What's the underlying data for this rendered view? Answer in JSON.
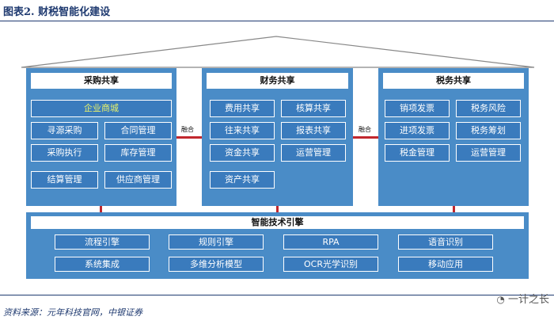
{
  "title": "图表2. 财税智能化建设",
  "source": "资料来源：元年科技官网，中银证券",
  "watermark": "一计之长",
  "panels": {
    "procurement": {
      "header": "采购共享",
      "items": [
        "企业商城",
        "寻源采购",
        "合同管理",
        "采购执行",
        "库存管理",
        "结算管理",
        "供应商管理"
      ]
    },
    "finance": {
      "header": "财务共享",
      "items": [
        "费用共享",
        "核算共享",
        "往来共享",
        "报表共享",
        "资金共享",
        "运营管理",
        "资产共享"
      ]
    },
    "tax": {
      "header": "税务共享",
      "items": [
        "销项发票",
        "税务风险",
        "进项发票",
        "税务筹划",
        "税金管理",
        "运营管理"
      ]
    },
    "engine": {
      "header": "智能技术引擎",
      "items": [
        "流程引擎",
        "规则引擎",
        "RPA",
        "语音识别",
        "系统集成",
        "多维分析模型",
        "OCR光学识别",
        "移动应用"
      ]
    }
  },
  "connectors": [
    "融合",
    "融合"
  ],
  "colors": {
    "panel": "#4a8cc7",
    "button": "#3a7bbd",
    "connector": "#c1272d",
    "highlight_text": "#e6f06a"
  }
}
